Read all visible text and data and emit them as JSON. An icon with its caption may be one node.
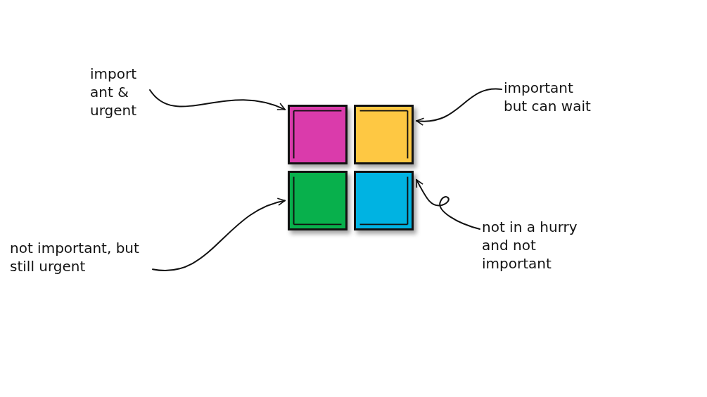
{
  "diagram": {
    "nodes": [
      {
        "text": [
          "import ant & urgent"
        ]
      },
      {
        "text": [
          "important but can wait"
        ]
      },
      {
        "text": [],
        "shape": "box"
      },
      {
        "text": [],
        "shape": "box"
      },
      {
        "text": [],
        "shape": "box"
      },
      {
        "text": [],
        "shape": "box"
      },
      {
        "text": [
          "not important, but still urgent"
        ]
      },
      {
        "text": [
          "not in a hurry and not important"
        ]
      }
    ],
    "edges": [
      {
        "from": 0,
        "to": 2,
        "arrow": "to"
      },
      {
        "from": 1,
        "to": 3,
        "arrow": "to"
      },
      {
        "from": 6,
        "to": 4,
        "arrow": "to"
      },
      {
        "from": 7,
        "to": 5,
        "arrow": "to"
      }
    ]
  }
}
